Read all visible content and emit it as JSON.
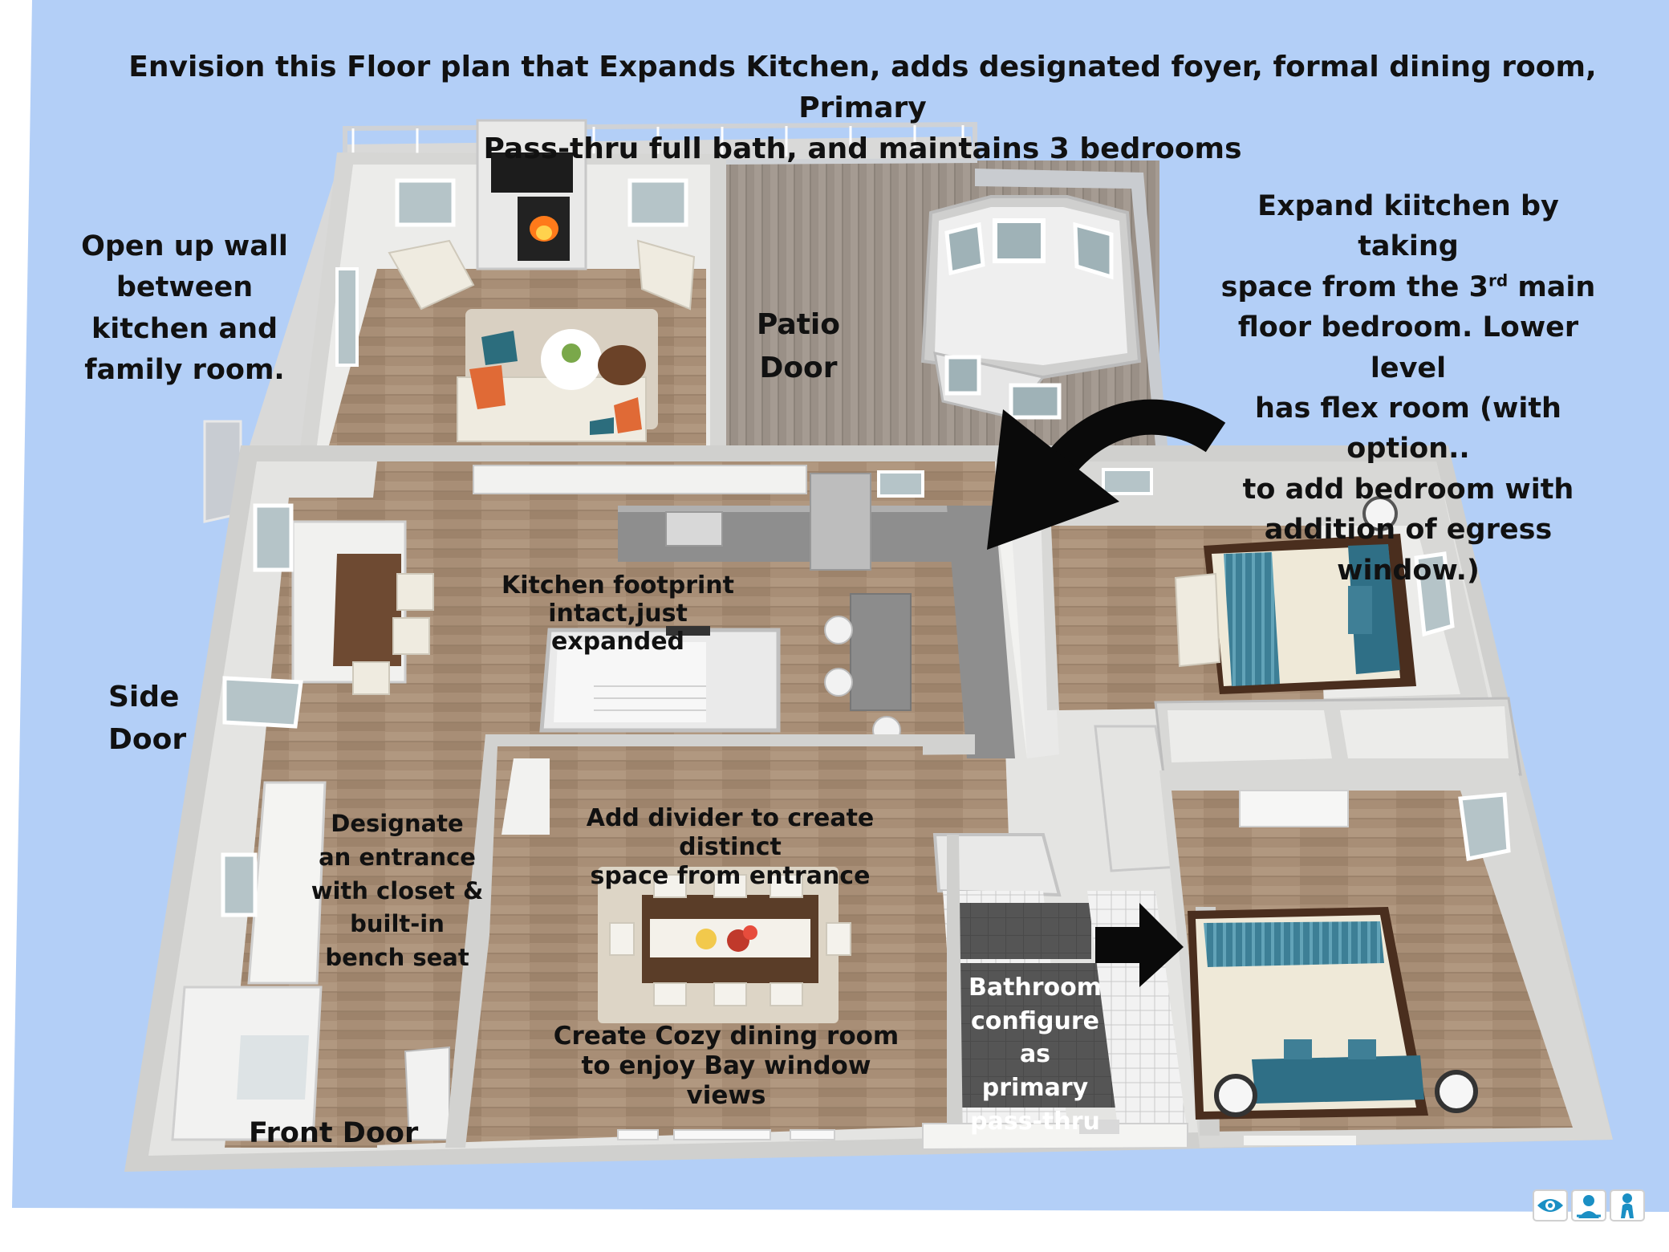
{
  "title": {
    "line1": "Envision this Floor plan that Expands Kitchen, adds designated foyer, formal dining room, Primary",
    "line2": "Pass-thru full bath, and maintains 3 bedrooms"
  },
  "annotations": {
    "open_wall": [
      "Open up wall",
      "between",
      "kitchen and",
      "family room."
    ],
    "patio_door": [
      "Patio",
      "Door"
    ],
    "expand_kitchen": {
      "line1": "Expand kiitchen by taking",
      "line2_prefix": "space from the 3",
      "line2_sup": "rd",
      "line2_suffix": " main",
      "lines_rest": [
        "floor bedroom. Lower level",
        "has flex room (with option..",
        "to add bedroom with",
        "addition of egress window.)"
      ]
    },
    "kitchen_footprint": [
      "Kitchen footprint intact,just",
      "expanded"
    ],
    "side_door": [
      "Side",
      "Door"
    ],
    "entrance": [
      "Designate",
      "an entrance",
      "with  closet  &",
      "built-in",
      "bench seat"
    ],
    "divider": [
      "Add divider to create distinct",
      "space from entrance"
    ],
    "dining": [
      "Create Cozy dining room",
      "to enjoy Bay window views"
    ],
    "bathroom": [
      "Bathroom",
      "configure as",
      "primary",
      "pass-thru"
    ],
    "front_door": "Front Door"
  },
  "toolbar": {
    "icons": [
      "eye-icon",
      "person-view-icon",
      "walk-icon"
    ],
    "accent": "#1a8fc4"
  },
  "colors": {
    "background": "#b3cff7",
    "wall": "#d6d6d4",
    "wall_top": "#f4f4f2",
    "floor": "#a88e76",
    "deck": "#9a9087",
    "bath_tile": "#4a4a4a",
    "bedding": "#3d7f96"
  }
}
